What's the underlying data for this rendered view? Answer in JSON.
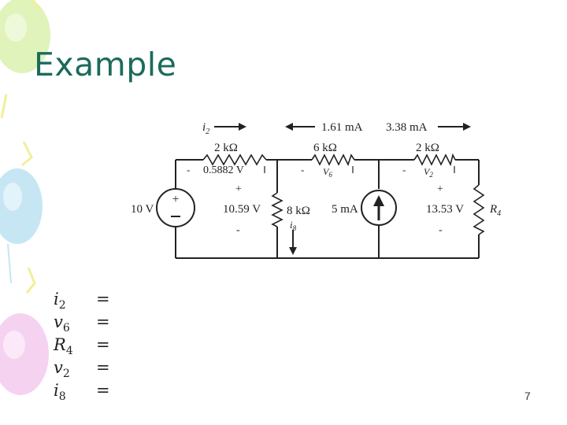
{
  "slide": {
    "title": "Example",
    "page_number": "7"
  },
  "circuit": {
    "i2_label": "i",
    "i2_sub": "2",
    "current_left": "1.61 mA",
    "current_right": "3.38 mA",
    "r_left_label": "2 kΩ",
    "r_left_voltage": "0.5882 V",
    "r_mid_label": "6 kΩ",
    "v6_label": "V",
    "v6_sub": "6",
    "r_right_label": "2 kΩ",
    "v2_label": "V",
    "v2_sub": "2",
    "source_voltage": "10 V",
    "node1_voltage": "10.59 V",
    "r8_label": "8 kΩ",
    "i8_label": "i",
    "i8_sub": "8",
    "current_source": "5 mA",
    "node2_voltage": "13.53 V",
    "r4_label": "R",
    "r4_sub": "4",
    "plus": "+",
    "minus": "-"
  },
  "equations": [
    {
      "var": "i",
      "sub": "2",
      "sign": "="
    },
    {
      "var": "v",
      "sub": "6",
      "sign": "="
    },
    {
      "var": "R",
      "sub": "4",
      "sign": "="
    },
    {
      "var": "v",
      "sub": "2",
      "sign": "="
    },
    {
      "var": "i",
      "sub": "8",
      "sign": "="
    }
  ],
  "colors": {
    "title": "#1b6b5b",
    "balloon_green": "#d8f0b0",
    "balloon_blue": "#bfe2f2",
    "balloon_pink": "#f3c6ee",
    "streamer_yellow": "#f2ef9a"
  }
}
